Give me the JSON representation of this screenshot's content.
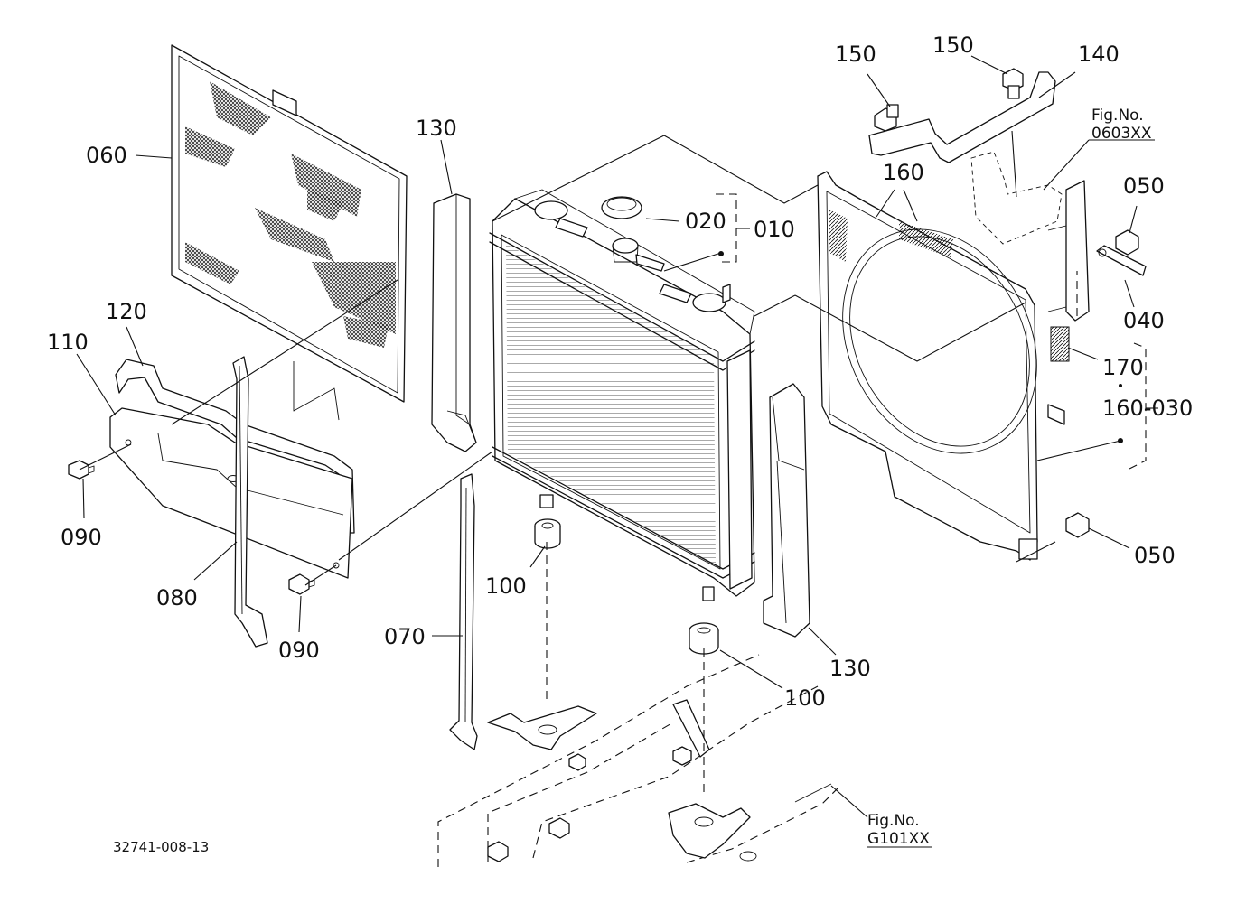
{
  "callouts": {
    "c060": "060",
    "c130a": "130",
    "c120": "120",
    "c110": "110",
    "c090a": "090",
    "c080": "080",
    "c090b": "090",
    "c020": "020",
    "c010": "010",
    "c100a": "100",
    "c070": "070",
    "c100b": "100",
    "c130b": "130",
    "c150a": "150",
    "c150b": "150",
    "c140": "140",
    "c160": "160",
    "c050a": "050",
    "c040": "040",
    "c170": "170",
    "c160_030": "160-030",
    "c050b": "050"
  },
  "figure_refs": {
    "engine": {
      "line1": "Fig.No.",
      "line2": "0603XX"
    },
    "frame": {
      "line1": "Fig.No.",
      "line2": "G101XX"
    }
  },
  "drawing_number": "32741-008-13"
}
